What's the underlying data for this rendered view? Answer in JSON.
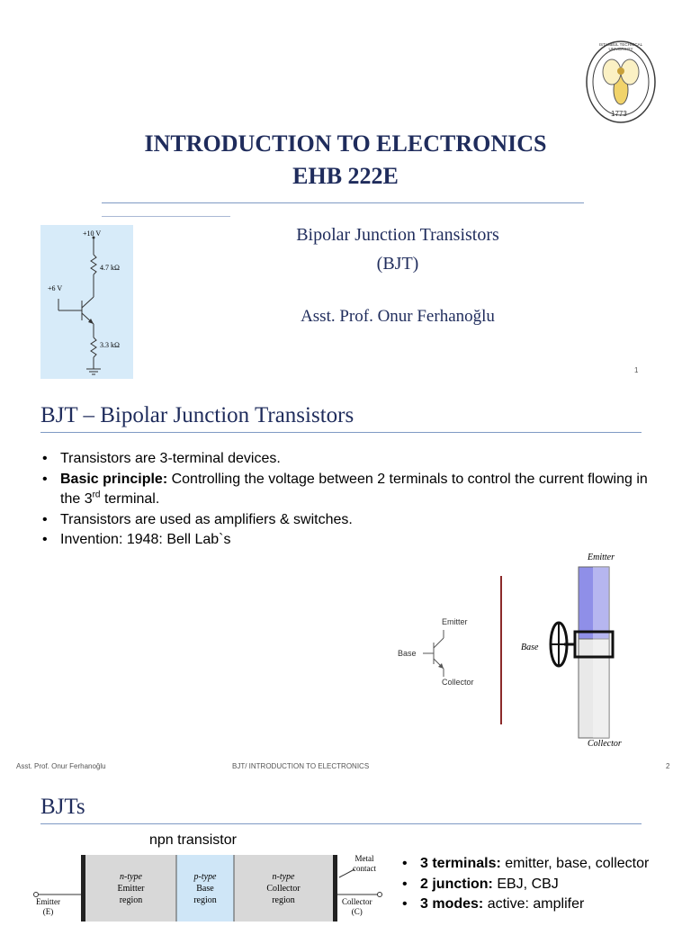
{
  "slide1": {
    "title_line1": "INTRODUCTION TO ELECTRONICS",
    "title_line2": "EHB 222E",
    "subtitle_line1": "Bipolar Junction Transistors",
    "subtitle_line2": "(BJT)",
    "author": "Asst. Prof. Onur Ferhanoğlu",
    "page_number": "1",
    "logo": {
      "top_text": "ISTANBUL TECHNICAL UNIVERSITY",
      "year": "1773",
      "icon": "bee-emblem-icon"
    },
    "circuit": {
      "supply": "+10 V",
      "collector_resistor": "4.7 kΩ",
      "base_voltage": "+6 V",
      "emitter_resistor": "3.3 kΩ"
    }
  },
  "slide2": {
    "title": "BJT – Bipolar Junction Transistors",
    "bullets": {
      "b1": "Transistors are 3-terminal devices.",
      "b2_bold": "Basic principle:",
      "b2_rest": " Controlling the voltage between 2 terminals to control the current flowing in the 3",
      "b2_sup": "rd",
      "b2_end": " terminal.",
      "b3": "Transistors are used as amplifiers & switches.",
      "b4": "Invention: 1948: Bell Lab`s"
    },
    "symbol": {
      "emitter": "Emitter",
      "base": "Base",
      "collector": "Collector"
    },
    "faucet": {
      "emitter": "Emitter",
      "base": "Base",
      "collector": "Collector"
    },
    "footer": {
      "left": "Asst. Prof. Onur Ferhanoğlu",
      "center": "BJT/ INTRODUCTION TO ELECTRONICS",
      "right": "2"
    }
  },
  "slide3": {
    "title": "BJTs",
    "diagram_caption": "npn transistor",
    "diagram": {
      "metal_line1": "Metal",
      "metal_line2": "contact",
      "emitter_line1": "Emitter",
      "emitter_line2": "(E)",
      "collector_line1": "Collector",
      "collector_line2": "(C)",
      "regions": [
        {
          "type": "n-type",
          "name_line1": "Emitter",
          "name_line2": "region"
        },
        {
          "type": "p-type",
          "name_line1": "Base",
          "name_line2": "region"
        },
        {
          "type": "n-type",
          "name_line1": "Collector",
          "name_line2": "region"
        }
      ]
    },
    "bullets": {
      "b1_bold": "3 terminals:",
      "b1_rest": " emitter, base, collector",
      "b2_bold": "2 junction:",
      "b2_rest": " EBJ, CBJ",
      "b3_bold": "3 modes:",
      "b3_rest": " active: amplifer"
    }
  },
  "colors": {
    "title_navy": "#1f2c5c",
    "rule_blue": "#7f9ac4",
    "circuit_bg": "#d7ebf9",
    "divider_red": "#8b2a2a",
    "faucet_blue": "#8f8fe8",
    "base_region": "#cfe6f7"
  }
}
